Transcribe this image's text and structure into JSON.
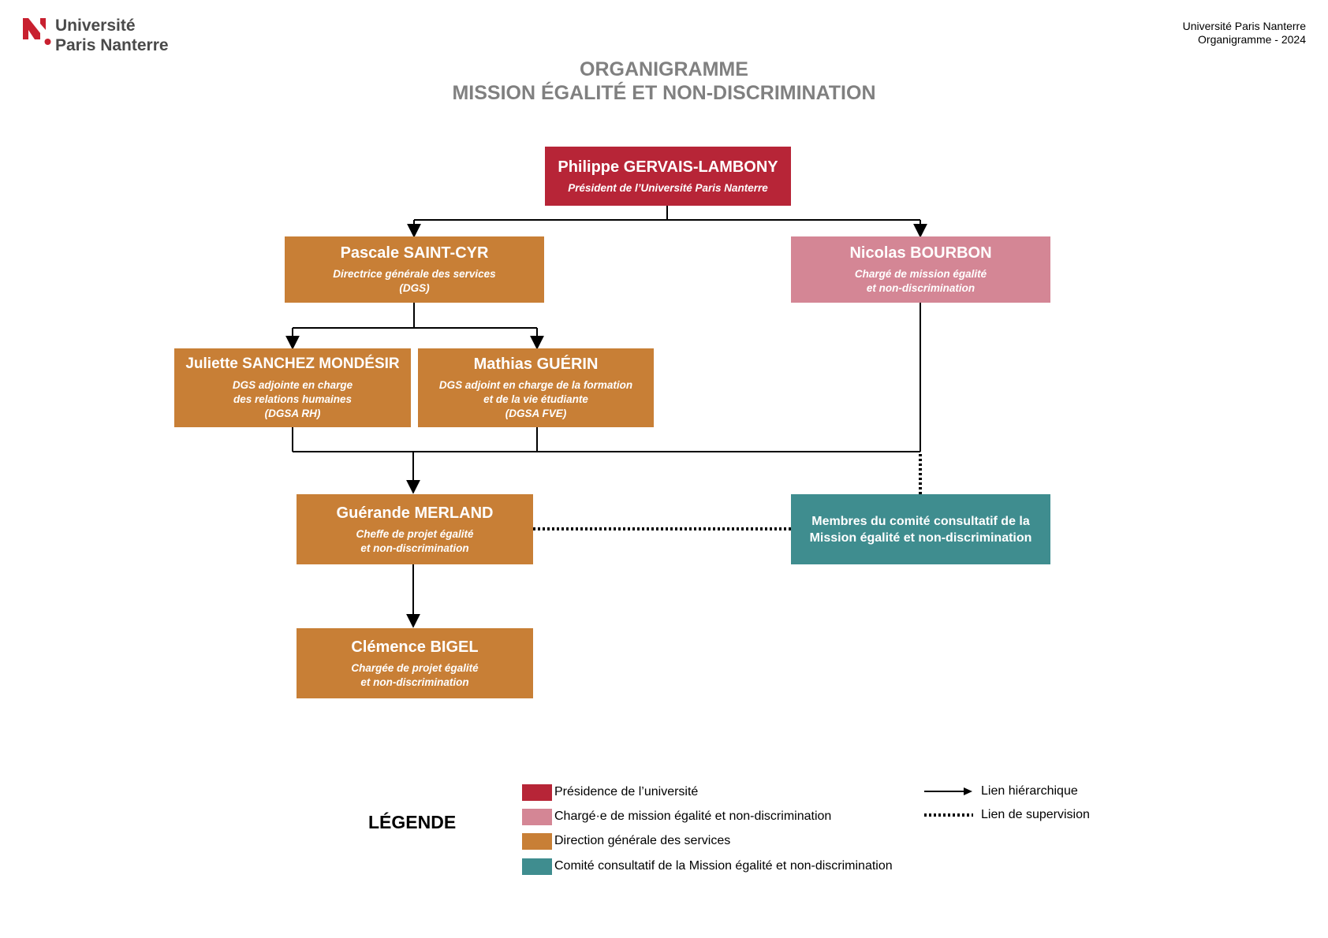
{
  "header": {
    "logo_line1": "Université",
    "logo_line2": "Paris Nanterre",
    "top_right_line1": "Université Paris Nanterre",
    "top_right_line2": "Organigramme - 2024"
  },
  "title": {
    "line1": "ORGANIGRAMME",
    "line2": "MISSION ÉGALITÉ ET NON-DISCRIMINATION"
  },
  "colors": {
    "presidence": "#B72537",
    "charge_mission": "#D48695",
    "direction": "#C87F36",
    "comite": "#3F8D8F"
  },
  "nodes": {
    "president": {
      "name": "Philippe GERVAIS-LAMBONY",
      "role": [
        "Président de l’Université Paris Nanterre"
      ]
    },
    "dgs": {
      "name": "Pascale SAINT-CYR",
      "role": [
        "Directrice générale des services",
        "(DGS)"
      ]
    },
    "charge_mission": {
      "name": "Nicolas BOURBON",
      "role": [
        "Chargé de mission égalité",
        "et non-discrimination"
      ]
    },
    "dgsa_rh": {
      "name": "Juliette SANCHEZ MONDÉSIR",
      "role": [
        "DGS adjointe en charge",
        "des relations humaines",
        "(DGSA RH)"
      ]
    },
    "dgsa_fve": {
      "name": "Mathias GUÉRIN",
      "role": [
        "DGS adjoint en charge de la formation",
        "et de la vie étudiante",
        "(DGSA FVE)"
      ]
    },
    "cheffe_projet": {
      "name": "Guérande MERLAND",
      "role": [
        "Cheffe de projet égalité",
        "et non-discrimination"
      ]
    },
    "comite": {
      "text": [
        "Membres du comité consultatif de la",
        "Mission égalité et non-discrimination"
      ]
    },
    "chargee_projet": {
      "name": "Clémence BIGEL",
      "role": [
        "Chargée de projet égalité",
        "et non-discrimination"
      ]
    }
  },
  "legend": {
    "title": "LÉGENDE",
    "items": [
      {
        "label": "Présidence de l’université",
        "color": "#B72537"
      },
      {
        "label": "Chargé·e de mission égalité et non-discrimination",
        "color": "#D48695"
      },
      {
        "label": "Direction générale des services",
        "color": "#C87F36"
      },
      {
        "label": "Comité consultatif de la Mission égalité et non-discrimination",
        "color": "#3F8D8F"
      }
    ],
    "lines": {
      "hierarchical": "Lien hiérarchique",
      "supervision": "Lien de supervision"
    }
  }
}
